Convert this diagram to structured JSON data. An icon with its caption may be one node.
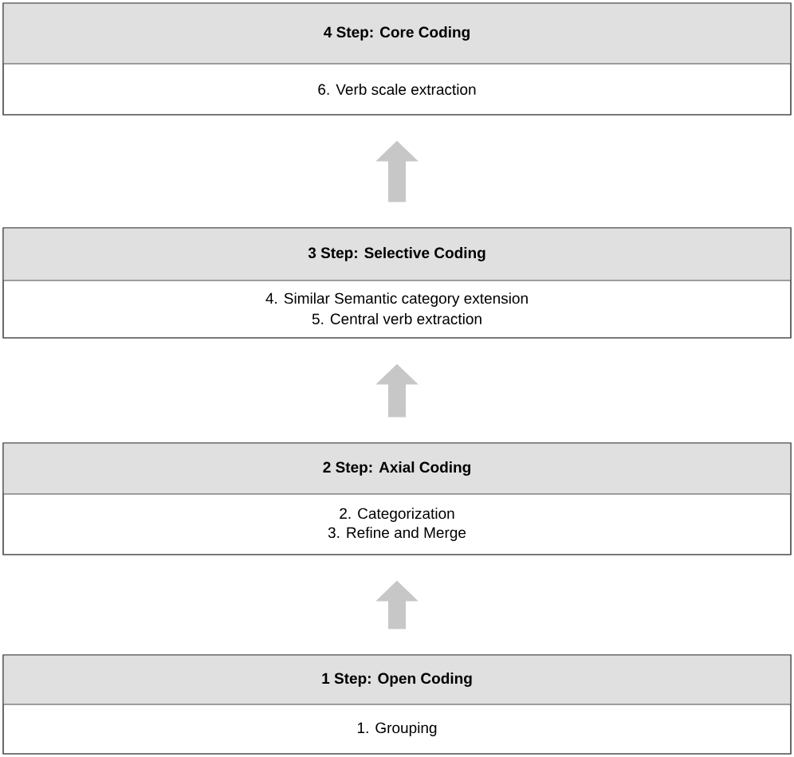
{
  "diagram": {
    "nodes": [
      {
        "text": [
          "4 Step: Core Coding",
          "6. Verb scale extraction"
        ]
      },
      {
        "text": [
          "3 Step: Selective Coding",
          "4. Similar Semantic category extension",
          "5. Central verb extraction"
        ]
      },
      {
        "text": [
          "2 Step: Axial Coding",
          "2. Categorization",
          "3. Refine and Merge"
        ]
      },
      {
        "text": [
          "1 Step: Open Coding",
          "1. Grouping"
        ]
      }
    ],
    "edges": [
      {
        "from": 3,
        "to": 2,
        "arrow": "to"
      },
      {
        "from": 2,
        "to": 1,
        "arrow": "to"
      },
      {
        "from": 1,
        "to": 0,
        "arrow": "to"
      }
    ]
  }
}
